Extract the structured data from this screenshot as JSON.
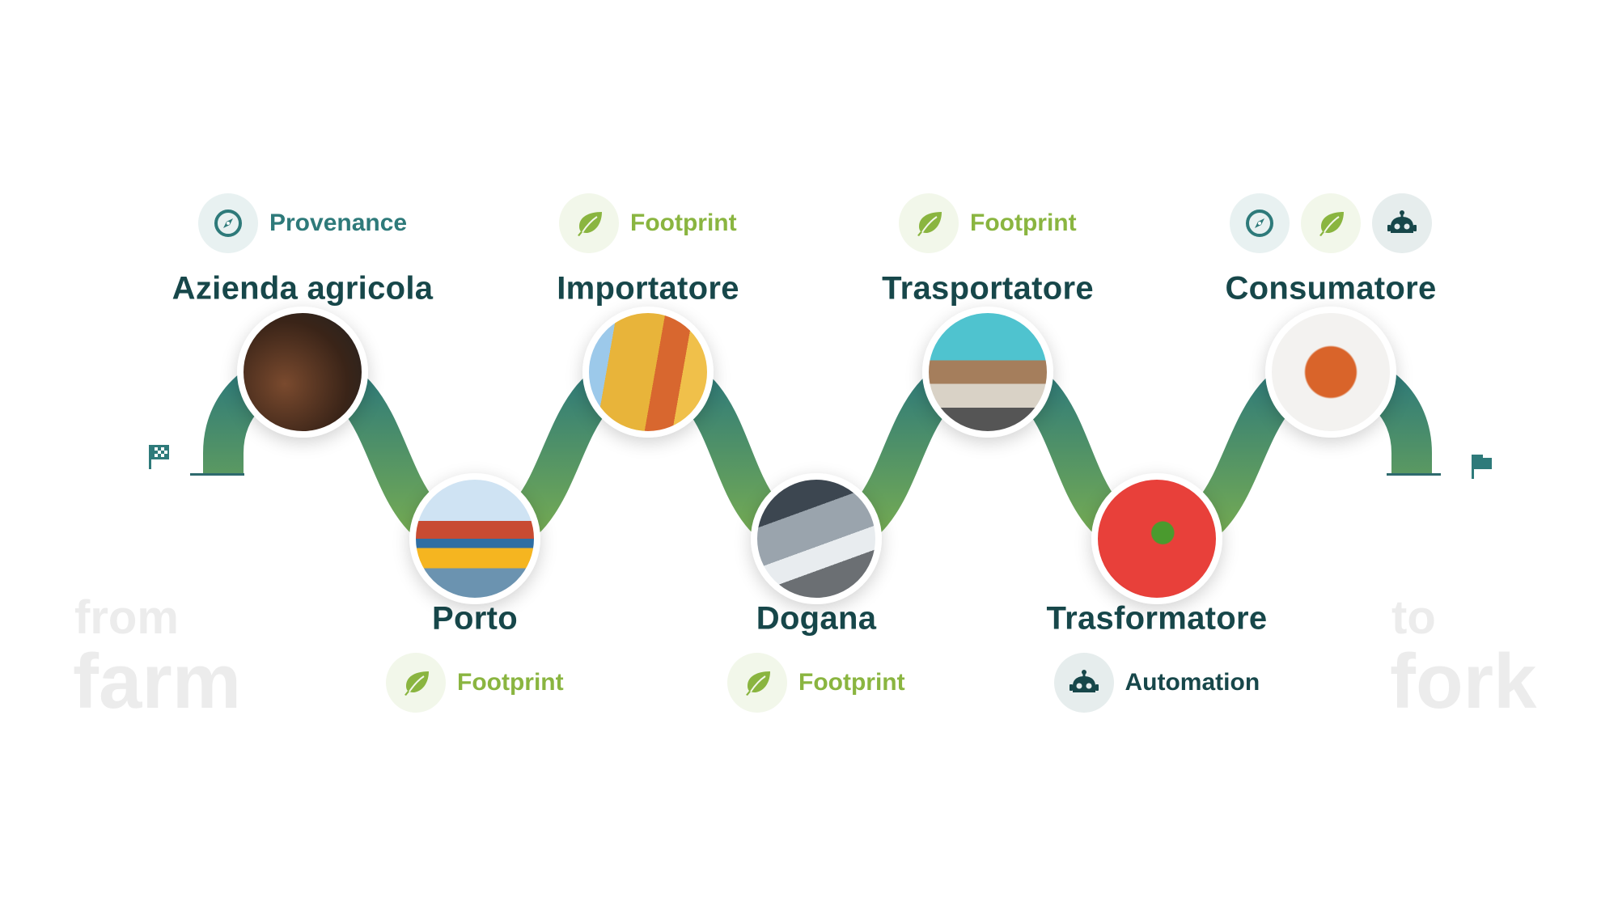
{
  "colors": {
    "dark": "#17474a",
    "teal": "#2e7a7a",
    "green": "#8ab540",
    "track_top": "#2e7a7a",
    "track_bottom": "#7cb04f"
  },
  "start": {
    "line1": "from",
    "line2": "farm",
    "icon": "checkered-flag-icon"
  },
  "end": {
    "line1": "to",
    "line2": "fork",
    "icon": "flag-icon"
  },
  "stages": [
    {
      "title": "Azienda agricola",
      "position": "top",
      "photo": "seedlings",
      "badges": [
        {
          "type": "provenance",
          "label": "Provenance"
        }
      ]
    },
    {
      "title": "Porto",
      "position": "bottom",
      "photo": "cargo-ship",
      "badges": [
        {
          "type": "footprint",
          "label": "Footprint"
        }
      ]
    },
    {
      "title": "Importatore",
      "position": "top",
      "photo": "containers",
      "badges": [
        {
          "type": "footprint",
          "label": "Footprint"
        }
      ]
    },
    {
      "title": "Dogana",
      "position": "bottom",
      "photo": "documents",
      "badges": [
        {
          "type": "footprint",
          "label": "Footprint"
        }
      ]
    },
    {
      "title": "Trasportatore",
      "position": "top",
      "photo": "truck",
      "badges": [
        {
          "type": "footprint",
          "label": "Footprint"
        }
      ]
    },
    {
      "title": "Trasformatore",
      "position": "bottom",
      "photo": "tomato-soup",
      "badges": [
        {
          "type": "automation",
          "label": "Automation"
        }
      ]
    },
    {
      "title": "Consumatore",
      "position": "top",
      "photo": "pasta",
      "badges": [
        {
          "type": "provenance"
        },
        {
          "type": "footprint"
        },
        {
          "type": "automation"
        }
      ]
    }
  ]
}
